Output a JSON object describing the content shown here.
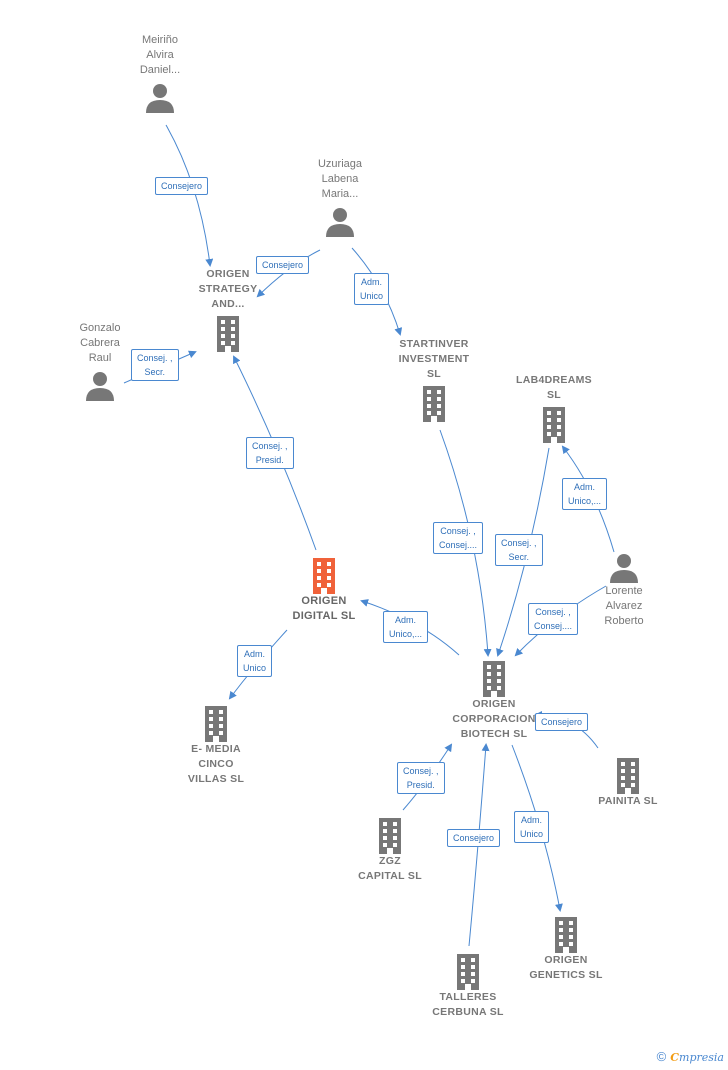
{
  "nodes": {
    "meirino": {
      "label": "Meiriño\nAlvira\nDaniel..."
    },
    "uzuriaga": {
      "label": "Uzuriaga\nLabena\nMaria..."
    },
    "gonzalo": {
      "label": "Gonzalo\nCabrera\nRaul"
    },
    "lorente": {
      "label": "Lorente\nAlvarez\nRoberto"
    },
    "origen_strategy": {
      "label": "ORIGEN\nSTRATEGY\nAND..."
    },
    "startinver": {
      "label": "STARTINVER\nINVESTMENT\nSL"
    },
    "lab4dreams": {
      "label": "LAB4DREAMS\nSL"
    },
    "origen_digital": {
      "label": "ORIGEN\nDIGITAL  SL"
    },
    "origen_corp": {
      "label": "ORIGEN\nCORPORACION\nBIOTECH  SL"
    },
    "emedia": {
      "label": "E- MEDIA\nCINCO\nVILLAS  SL"
    },
    "painita": {
      "label": "PAINITA  SL"
    },
    "zgz": {
      "label": "ZGZ\nCAPITAL  SL"
    },
    "origen_genetics": {
      "label": "ORIGEN\nGENETICS  SL"
    },
    "talleres": {
      "label": "TALLERES\nCERBUNA  SL"
    }
  },
  "edge_labels": {
    "e1": "Consejero",
    "e2": "Consejero",
    "e3": "Adm.\nUnico",
    "e4": "Consej. ,\nSecr.",
    "e5": "Consej. ,\nPresid.",
    "e6": "Adm.\nUnico,...",
    "e7": "Consej. ,\nConsej....",
    "e8": "Consej. ,\nSecr.",
    "e9": "Consej. ,\nConsej....",
    "e10": "Adm.\nUnico,...",
    "e11": "Adm.\nUnico",
    "e12": "Consejero",
    "e13": "Consej. ,\nPresid.",
    "e14": "Consejero",
    "e15": "Adm.\nUnico"
  },
  "colors": {
    "edge": "#4a88d0",
    "node_icon": "#777777",
    "focus_icon": "#f0623a"
  },
  "icons": {
    "person": "person-icon",
    "company": "building-icon"
  },
  "brand": {
    "copyright": "©",
    "initial": "C",
    "rest": "mpresia"
  }
}
